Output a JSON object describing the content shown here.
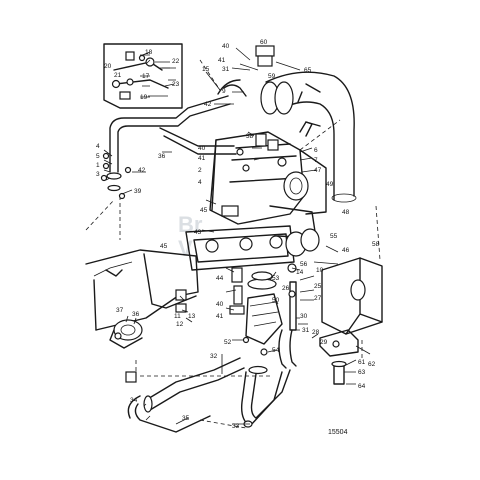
{
  "diagram": {
    "drawing_number": "15504",
    "watermark": [
      "Br",
      "V"
    ],
    "callouts": [
      {
        "label": "18"
      },
      {
        "label": "20"
      },
      {
        "label": "22"
      },
      {
        "label": "21"
      },
      {
        "label": "17"
      },
      {
        "label": "23"
      },
      {
        "label": "19"
      },
      {
        "label": "15"
      },
      {
        "label": "40"
      },
      {
        "label": "41"
      },
      {
        "label": "31"
      },
      {
        "label": "9"
      },
      {
        "label": "42"
      },
      {
        "label": "60"
      },
      {
        "label": "59"
      },
      {
        "label": "65"
      },
      {
        "label": "4"
      },
      {
        "label": "5"
      },
      {
        "label": "3"
      },
      {
        "label": "1"
      },
      {
        "label": "36"
      },
      {
        "label": "42"
      },
      {
        "label": "39"
      },
      {
        "label": "38"
      },
      {
        "label": "40"
      },
      {
        "label": "41"
      },
      {
        "label": "2"
      },
      {
        "label": "4"
      },
      {
        "label": "6"
      },
      {
        "label": "7"
      },
      {
        "label": "47"
      },
      {
        "label": "49"
      },
      {
        "label": "45"
      },
      {
        "label": "48"
      },
      {
        "label": "43"
      },
      {
        "label": "46"
      },
      {
        "label": "58"
      },
      {
        "label": "45"
      },
      {
        "label": "55"
      },
      {
        "label": "56"
      },
      {
        "label": "14"
      },
      {
        "label": "10"
      },
      {
        "label": "26"
      },
      {
        "label": "25"
      },
      {
        "label": "27"
      },
      {
        "label": "28"
      },
      {
        "label": "29"
      },
      {
        "label": "37"
      },
      {
        "label": "36"
      },
      {
        "label": "11"
      },
      {
        "label": "12"
      },
      {
        "label": "13"
      },
      {
        "label": "44"
      },
      {
        "label": "40"
      },
      {
        "label": "41"
      },
      {
        "label": "53"
      },
      {
        "label": "50"
      },
      {
        "label": "52"
      },
      {
        "label": "54"
      },
      {
        "label": "30"
      },
      {
        "label": "31"
      },
      {
        "label": "61"
      },
      {
        "label": "63"
      },
      {
        "label": "64"
      },
      {
        "label": "62"
      },
      {
        "label": "32"
      },
      {
        "label": "34"
      },
      {
        "label": "35"
      },
      {
        "label": "33"
      }
    ]
  }
}
